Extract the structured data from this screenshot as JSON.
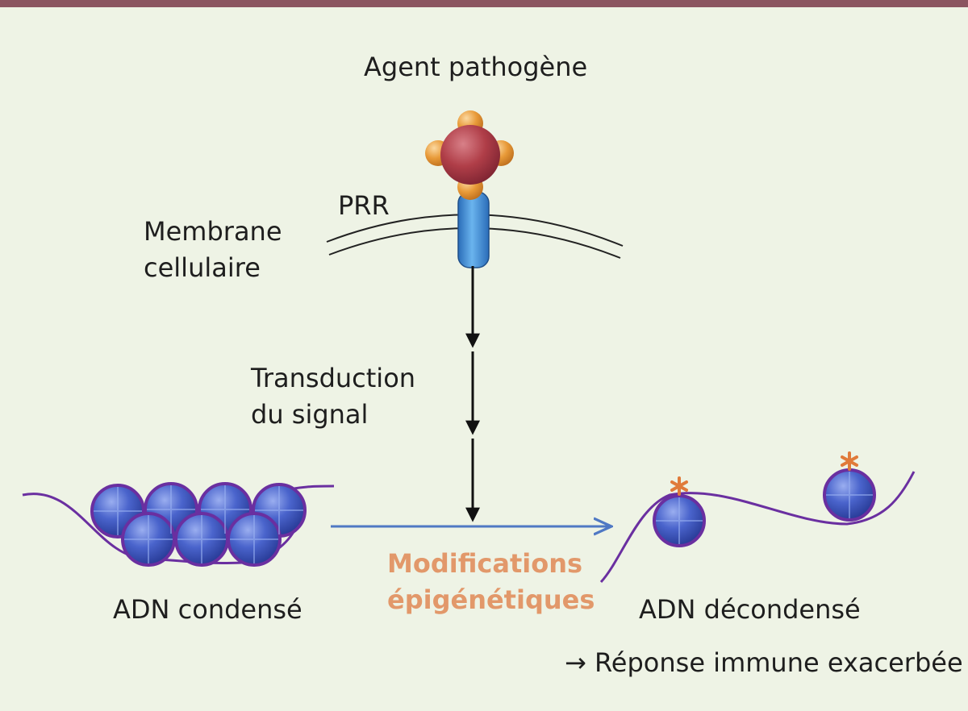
{
  "labels": {
    "pathogen": "Agent pathogène",
    "receptor": "PRR",
    "membrane_line1": "Membrane",
    "membrane_line2": "cellulaire",
    "transduction_line1": "Transduction",
    "transduction_line2": "du signal",
    "modifications_line1": "Modifications",
    "modifications_line2": "épigénétiques",
    "condensed": "ADN condensé",
    "decondensed": "ADN décondensé",
    "response": "Réponse immune exacerbée"
  },
  "glyphs": {
    "response_arrow": "→",
    "mark": "*"
  },
  "colors": {
    "background": "#eef3e5",
    "top_bar": "#8b5560",
    "dna_strand": "#6a2fa0",
    "nucleosome_fill": "#4a64cc",
    "nucleosome_outline": "#6a2fa0",
    "signal_arrow": "#111111",
    "modification_arrow": "#4f78c4",
    "modification_text": "#e2986a",
    "epigenetic_mark": "#e07a3a",
    "receptor": "#3a8ad0",
    "pathogen_core": "#b03e48",
    "pathogen_lobes": "#e89a38"
  },
  "icons": {
    "pathogen": "pathogen-sphere-icon",
    "receptor": "prr-receptor-icon",
    "nucleosome": "nucleosome-icon",
    "mark": "epigenetic-mark-icon"
  }
}
